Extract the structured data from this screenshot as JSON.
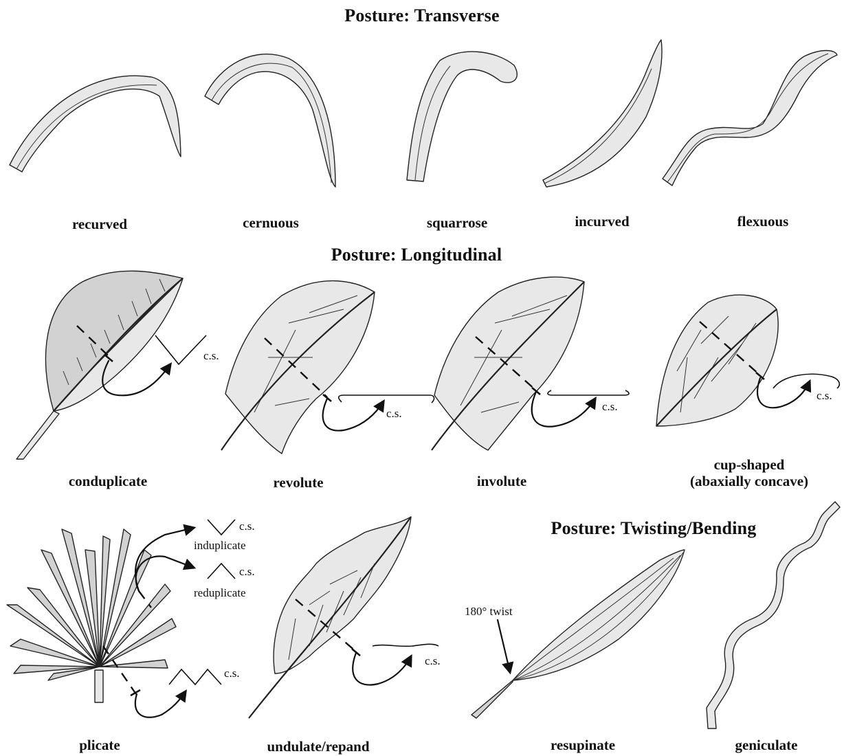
{
  "headings": {
    "transverse": "Posture: Transverse",
    "longitudinal": "Posture: Longitudinal",
    "twisting": "Posture: Twisting/Bending"
  },
  "transverse_labels": [
    "recurved",
    "cernuous",
    "squarrose",
    "incurved",
    "flexuous"
  ],
  "longitudinal_labels": [
    "conduplicate",
    "revolute",
    "involute"
  ],
  "cup_label": {
    "line1": "cup-shaped",
    "line2": "(abaxially concave)"
  },
  "bottom_labels": [
    "plicate",
    "undulate/repand",
    "resupinate",
    "geniculate"
  ],
  "cs_abbrev": "c.s.",
  "plicate_folds": [
    "induplicate",
    "reduplicate"
  ],
  "twist_annotation": "180° twist",
  "colors": {
    "leaf_fill": "#e8e8e8",
    "leaf_fill_dark": "#d2d2d2",
    "stroke": "#222222"
  }
}
